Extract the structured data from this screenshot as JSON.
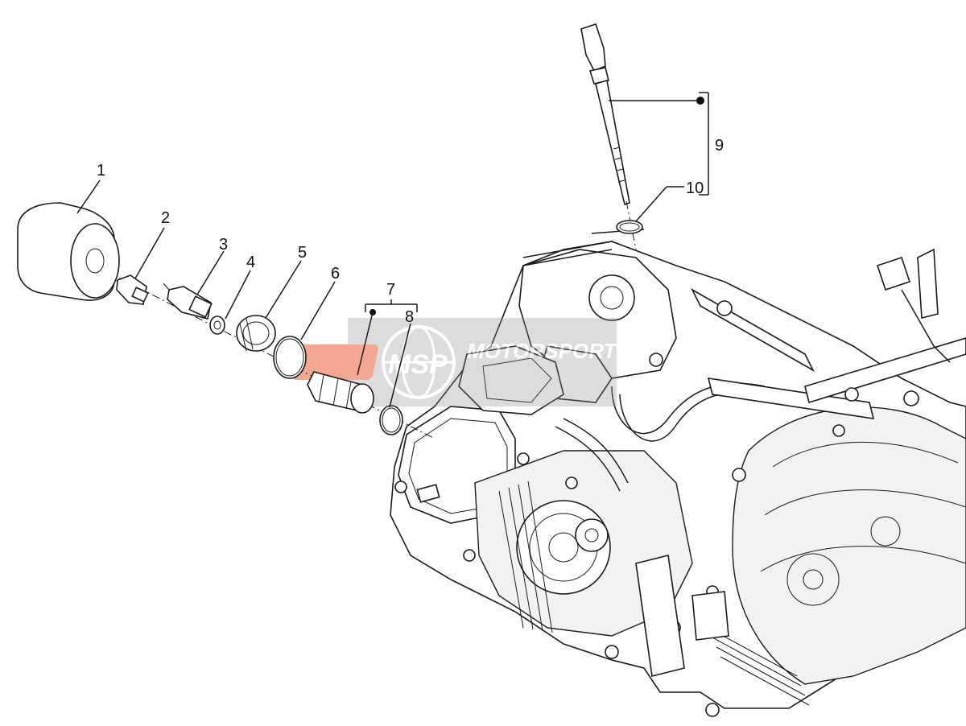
{
  "callouts": [
    "1",
    "2",
    "3",
    "4",
    "5",
    "6",
    "7",
    "8",
    "9",
    "10"
  ],
  "watermark": {
    "logo": "MSP",
    "text": "MOTORSPORT",
    "accent": "#e8603a",
    "box": "#8a8a8a"
  }
}
